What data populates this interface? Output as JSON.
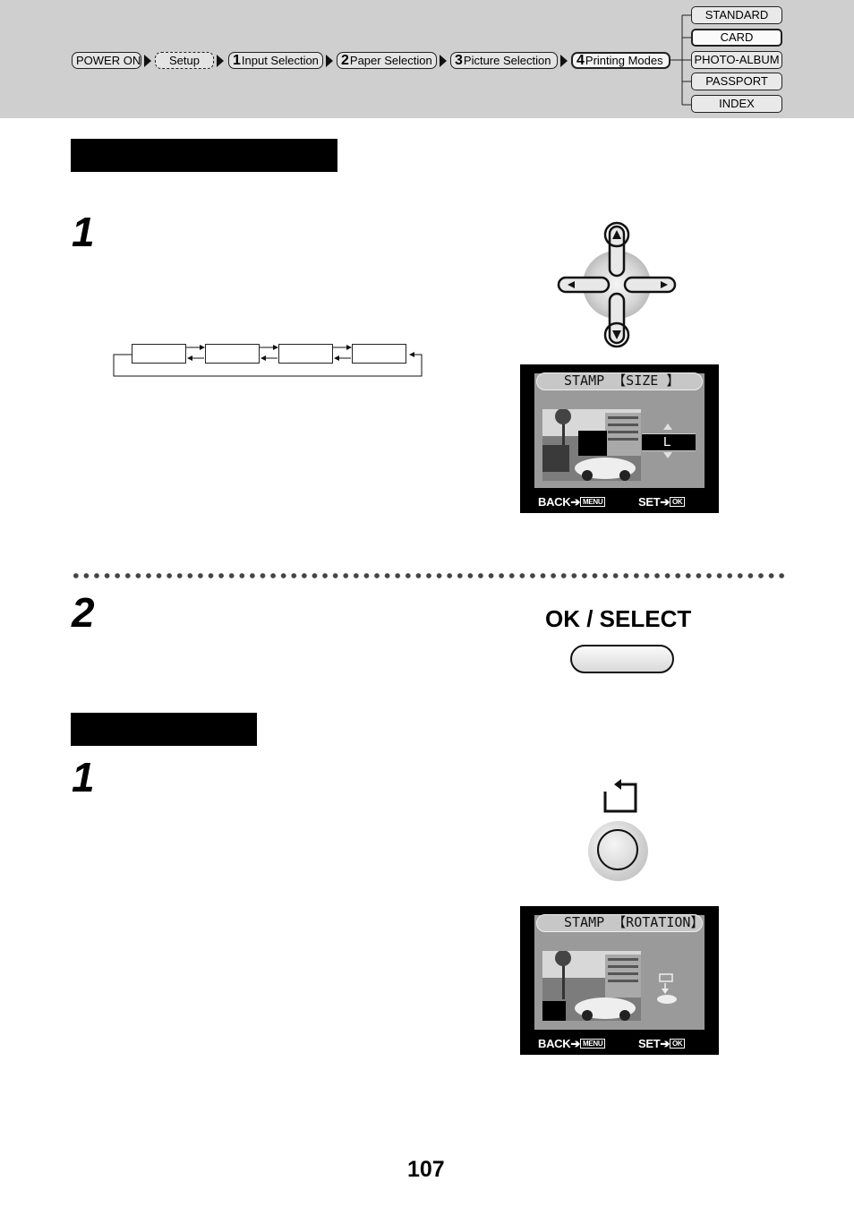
{
  "breadcrumb": {
    "items": [
      {
        "num": "",
        "label": "POWER ON"
      },
      {
        "num": "",
        "label": "Setup"
      },
      {
        "num": "1",
        "label": "Input Selection"
      },
      {
        "num": "2",
        "label": "Paper Selection"
      },
      {
        "num": "3",
        "label": "Picture Selection"
      },
      {
        "num": "4",
        "label": "Printing Modes"
      }
    ]
  },
  "modes": [
    "STANDARD",
    "CARD",
    "PHOTO-ALBUM",
    "PASSPORT",
    "INDEX"
  ],
  "current_mode": "CARD",
  "steps": [
    "1",
    "2",
    "1"
  ],
  "screen_size": {
    "title": "STAMP 【SIZE 】",
    "value": "L",
    "back": "BACK",
    "back_key": "MENU",
    "set": "SET",
    "set_key": "OK"
  },
  "screen_rotation": {
    "title": "STAMP 【ROTATION】",
    "back": "BACK",
    "back_key": "MENU",
    "set": "SET",
    "set_key": "OK"
  },
  "ok_button_label": "OK / SELECT",
  "page_number": "107",
  "colors": {
    "header_bg": "#cfcfcf",
    "bar": "#000000"
  }
}
